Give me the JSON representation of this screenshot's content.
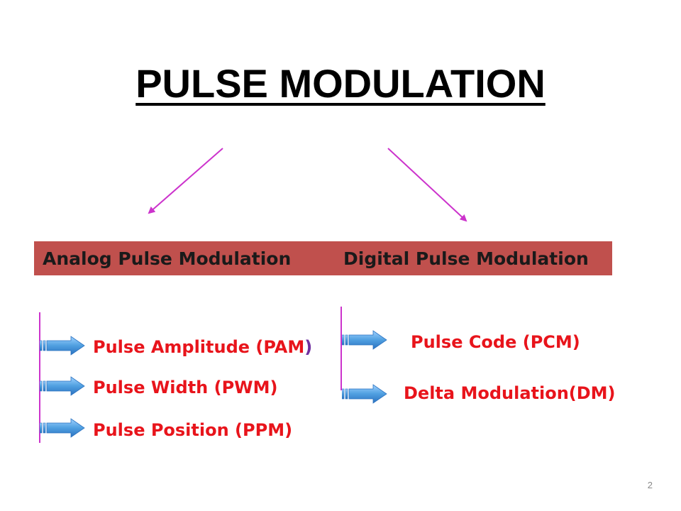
{
  "title": "PULSE MODULATION",
  "analog": {
    "header": "Analog Pulse Modulation",
    "items": [
      "Pulse Amplitude (PAM",
      "Pulse Width (PWM)",
      "Pulse Position (PPM)"
    ],
    "first_item_closing": ")"
  },
  "digital": {
    "header": "Digital Pulse Modulation",
    "items": [
      "Pulse Code (PCM)",
      "Delta Modulation(DM)"
    ]
  },
  "page_number": "2",
  "colors": {
    "header_fill": "#c0504d",
    "item_text": "#e8141b",
    "connector": "#cc33cc",
    "arrow_fill": "#4f9fe0"
  }
}
